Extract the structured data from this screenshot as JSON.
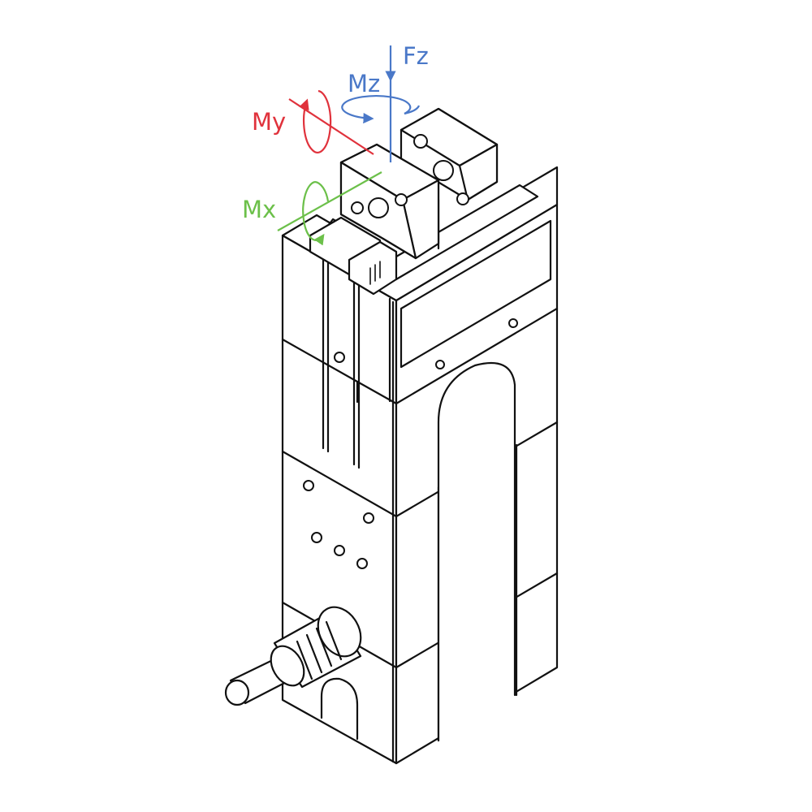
{
  "axes": {
    "fz": {
      "label": "Fz",
      "color": "#4a78c8"
    },
    "mz": {
      "label": "Mz",
      "color": "#4a78c8"
    },
    "my": {
      "label": "My",
      "color": "#e0323c"
    },
    "mx": {
      "label": "Mx",
      "color": "#6cc04a"
    }
  },
  "icons": {
    "body": "sensor-body-icon",
    "cable": "cable-icon",
    "connector": "connector-icon"
  }
}
